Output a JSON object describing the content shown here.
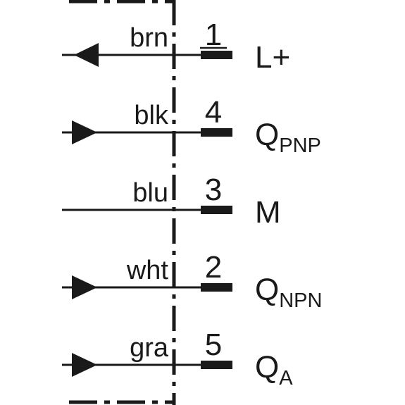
{
  "colors": {
    "ink": "#1a1a1a",
    "background": "#ffffff"
  },
  "connections": [
    {
      "wire": "brn",
      "pin": "1",
      "signal": "L+",
      "subscript": "",
      "arrow": "left",
      "pin_underline": true
    },
    {
      "wire": "blk",
      "pin": "4",
      "signal": "Q",
      "subscript": "PNP",
      "arrow": "right",
      "pin_underline": false
    },
    {
      "wire": "blu",
      "pin": "3",
      "signal": "M",
      "subscript": "",
      "arrow": "none",
      "pin_underline": false
    },
    {
      "wire": "wht",
      "pin": "2",
      "signal": "Q",
      "subscript": "NPN",
      "arrow": "right",
      "pin_underline": false
    },
    {
      "wire": "gra",
      "pin": "5",
      "signal": "Q",
      "subscript": "A",
      "arrow": "right",
      "pin_underline": false
    }
  ]
}
